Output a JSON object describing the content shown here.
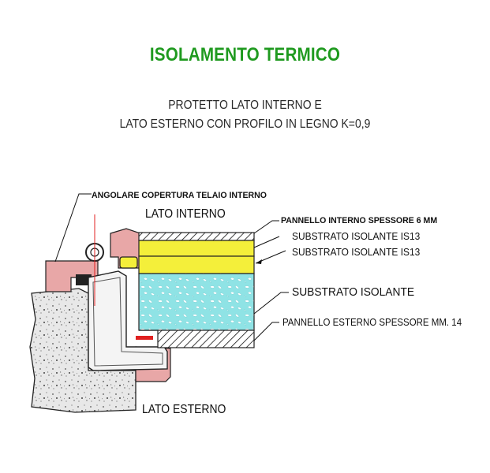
{
  "title": "ISOLAMENTO TERMICO",
  "subtitle": {
    "line1": "PROTETTO LATO INTERNO E",
    "line2": "LATO ESTERNO CON PROFILO IN LEGNO K=0,9"
  },
  "labels": {
    "angolare": "ANGOLARE COPERTURA TELAIO INTERNO",
    "lato_interno": "LATO INTERNO",
    "lato_esterno": "LATO ESTERNO",
    "pannello_interno": "PANNELLO INTERNO SPESSORE 6 MM",
    "substrato_is13_a": "SUBSTRATO ISOLANTE  IS13",
    "substrato_is13_b": "SUBSTRATO ISOLANTE IS13",
    "substrato_isolante": "SUBSTRATO ISOLANTE",
    "pannello_esterno": "PANNELLO ESTERNO SPESSORE MM. 14"
  },
  "colors": {
    "title": "#1f9a1f",
    "wood": "#e8a7a7",
    "insulation_yellow": "#f4ef3a",
    "foam": "#8fe3e5",
    "concrete": "#e8e8e8",
    "guide_line": "#e02020",
    "gasket": "#222222"
  }
}
